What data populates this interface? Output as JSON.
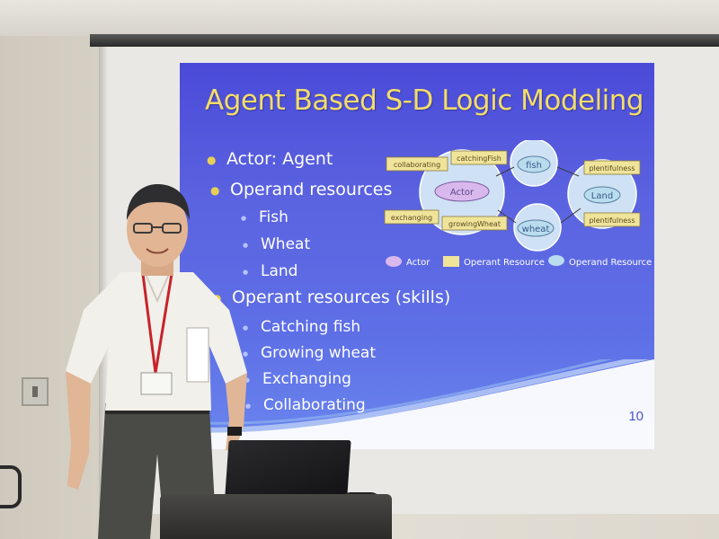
{
  "slide": {
    "title": "Agent Based S-D Logic Modeling",
    "bullets": [
      {
        "text": "Actor: Agent",
        "level": 1
      },
      {
        "text": "Operand resources",
        "level": 1
      },
      {
        "text": "Fish",
        "level": 2
      },
      {
        "text": "Wheat",
        "level": 2
      },
      {
        "text": "Land",
        "level": 2
      },
      {
        "text": "Operant resources (skills)",
        "level": 1
      },
      {
        "text": "Catching fish",
        "level": 2
      },
      {
        "text": "Growing wheat",
        "level": 2
      },
      {
        "text": "Exchanging",
        "level": 2
      },
      {
        "text": "Collaborating",
        "level": 2
      }
    ],
    "page_number": "10",
    "diagram": {
      "actor": "Actor",
      "fish": "fish",
      "wheat": "wheat",
      "land": "Land",
      "operants": [
        "collaborating",
        "catchingFish",
        "exchanging",
        "growingWheat",
        "plentifulness",
        "plentifulness"
      ],
      "legend": [
        "Actor",
        "Operant Resource",
        "Operand Resource"
      ]
    }
  },
  "colors": {
    "slide_bg": "#5560e0",
    "title": "#f3dd6a",
    "actor": "#d9b8ee",
    "operant": "#f0e49a",
    "operand": "#b9dcef"
  }
}
